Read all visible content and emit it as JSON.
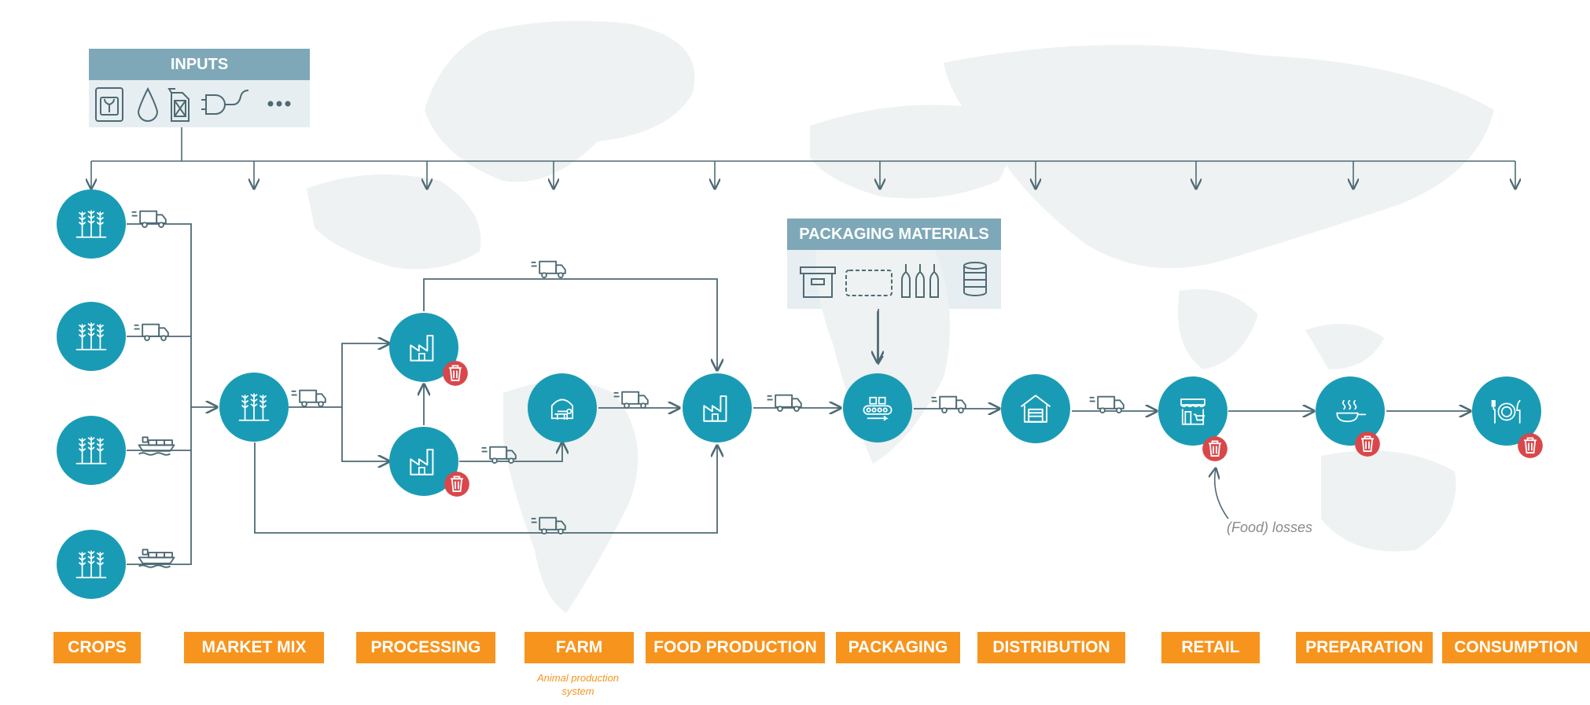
{
  "inputs_box": {
    "title": "INPUTS",
    "icons": [
      "seed-bag-icon",
      "water-drop-icon",
      "fuel-can-icon",
      "power-plug-icon",
      "more-icon"
    ]
  },
  "packaging_box": {
    "title": "PACKAGING MATERIALS",
    "icons": [
      "box-icon",
      "wrap-icon",
      "bottles-icon",
      "can-icon"
    ]
  },
  "stages": [
    "CROPS",
    "MARKET MIX",
    "PROCESSING",
    "FARM",
    "FOOD PRODUCTION",
    "PACKAGING",
    "DISTRIBUTION",
    "RETAIL",
    "PREPARATION",
    "CONSUMPTION"
  ],
  "farm_note": "Animal production\nsystem",
  "losses_label": "(Food) losses",
  "colors": {
    "node": "#1a9bb5",
    "stage": "#f7941d",
    "loss": "#d9474b",
    "line": "#4f6a74",
    "box_header": "#7ea8b8",
    "box_body": "#e6eef1"
  }
}
